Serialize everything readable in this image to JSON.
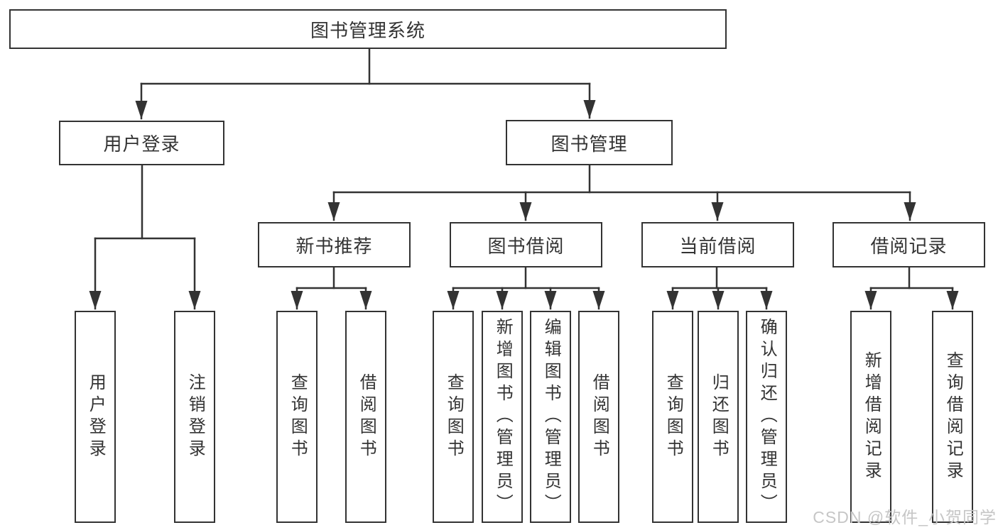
{
  "tree": {
    "root": {
      "label": "图书管理系统"
    },
    "branches": [
      {
        "label": "用户登录",
        "children": [
          {
            "label": "用户登录"
          },
          {
            "label": "注销登录"
          }
        ]
      },
      {
        "label": "图书管理",
        "sections": [
          {
            "label": "新书推荐",
            "children": [
              {
                "label": "查询图书"
              },
              {
                "label": "借阅图书"
              }
            ]
          },
          {
            "label": "图书借阅",
            "children": [
              {
                "label": "查询图书"
              },
              {
                "label": "新增图书（管理员）"
              },
              {
                "label": "编辑图书（管理员）"
              },
              {
                "label": "借阅图书"
              }
            ]
          },
          {
            "label": "当前借阅",
            "children": [
              {
                "label": "查询图书"
              },
              {
                "label": "归还图书"
              },
              {
                "label": "确认归还（管理员）"
              }
            ]
          },
          {
            "label": "借阅记录",
            "children": [
              {
                "label": "新增借阅记录"
              },
              {
                "label": "查询借阅记录"
              }
            ]
          }
        ]
      }
    ]
  },
  "watermark": {
    "text": "CSDN @软件_小贺同学"
  },
  "colors": {
    "line": "#333333",
    "text": "#333333",
    "watermark": "#c6c6c6",
    "background": "#ffffff"
  }
}
